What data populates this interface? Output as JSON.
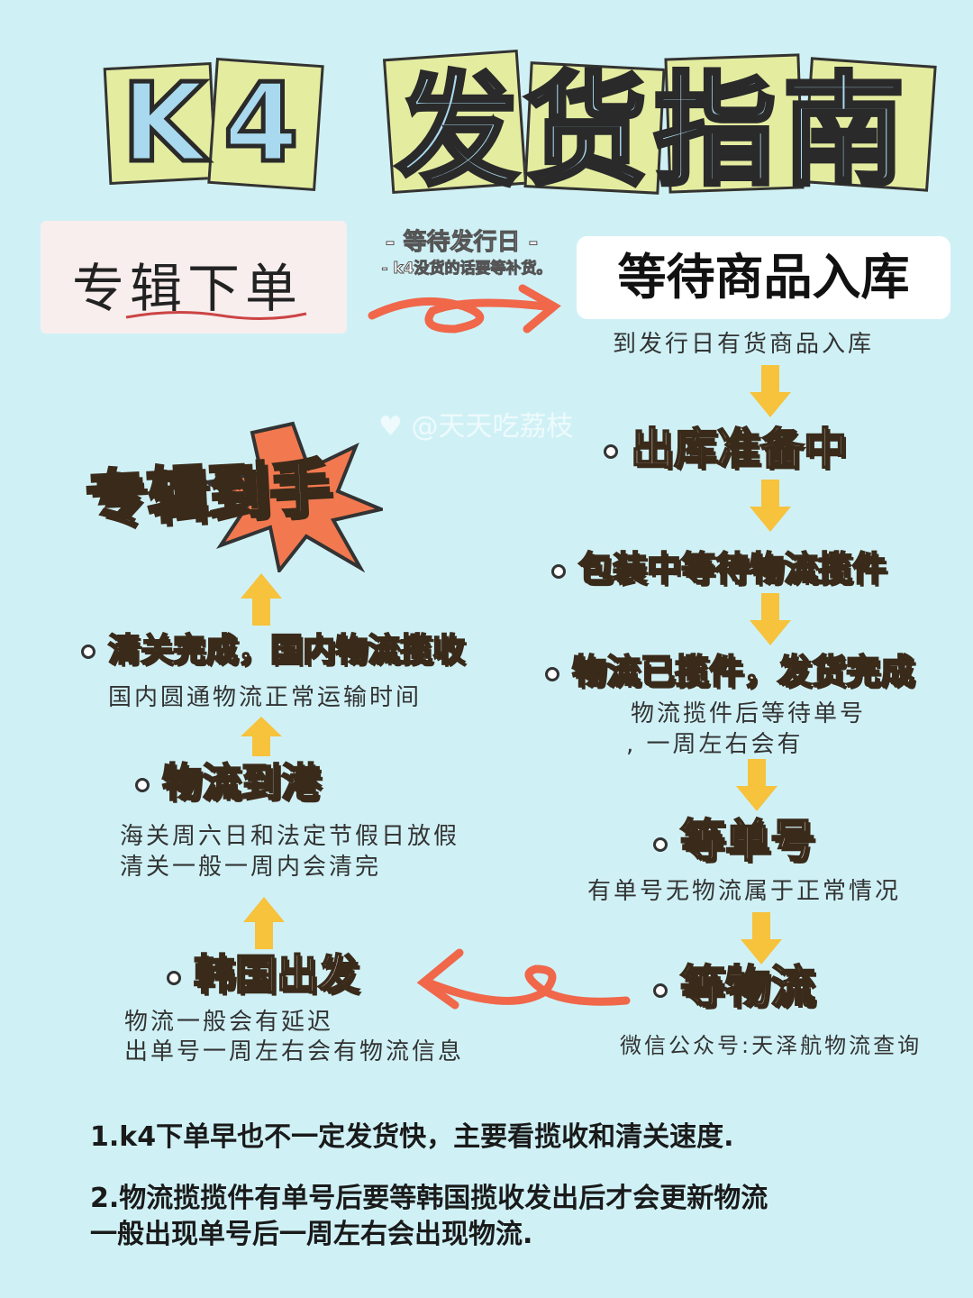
{
  "title": {
    "part1": "K4",
    "part2": "发货指南"
  },
  "start_box": "专辑下单",
  "annotation": {
    "line1": "- 等待发行日 -",
    "line2": "- k4没货的话要等补货。"
  },
  "first_step": {
    "label": "等待商品入库",
    "sub": "到发行日有货商品入库"
  },
  "right_steps": [
    {
      "label": "出库准备中"
    },
    {
      "label": "包装中等待物流揽件"
    },
    {
      "label": "物流已揽件，发货完成",
      "sub": [
        "物流揽件后等待单号",
        ", 一周左右会有"
      ]
    },
    {
      "label": "等单号",
      "sub": [
        "有单号无物流属于正常情况"
      ]
    },
    {
      "label": "等物流",
      "sub": [
        "微信公众号:天泽航物流查询"
      ]
    }
  ],
  "left_steps": [
    {
      "label": "韩国出发",
      "sub": [
        "物流一般会有延迟",
        "出单号一周左右会有物流信息"
      ]
    },
    {
      "label": "物流到港",
      "sub": [
        "海关周六日和法定节假日放假",
        "清关一般一周内会清完"
      ]
    },
    {
      "label": "清关完成，国内物流揽收",
      "sub": [
        "国内圆通物流正常运输时间"
      ]
    }
  ],
  "final": "专辑到手",
  "watermark": "@天天吃荔枝",
  "notes": [
    "1.k4下单早也不一定发货快，主要看揽收和清关速度.",
    "2.物流揽揽件有单号后要等韩国揽收发出后才会更新物流",
    "一般出现单号后一周左右会出现物流."
  ],
  "colors": {
    "background": "#cff1f6",
    "tile": "#e4eca0",
    "title_text": "#a9d9ee",
    "arrow_yellow": "#f7c23c",
    "arrow_red": "#f0674a",
    "burst": "#f2794f"
  }
}
